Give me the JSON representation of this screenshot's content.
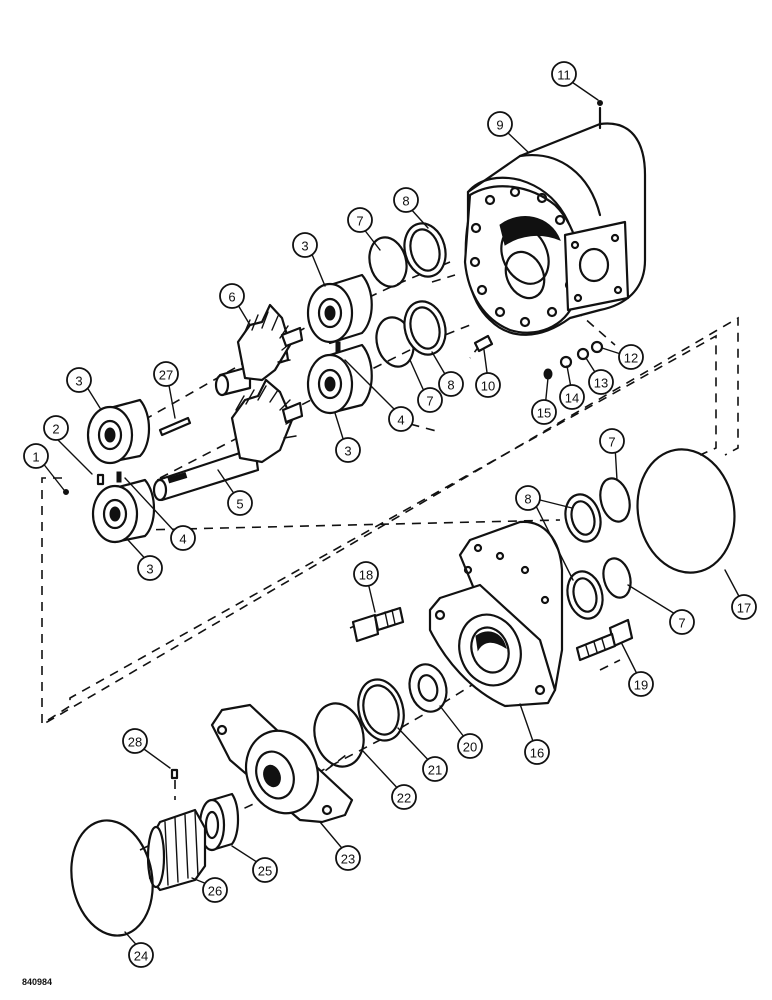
{
  "figure_number": "840984",
  "callouts": [
    {
      "id": "c1",
      "label": "1"
    },
    {
      "id": "c2",
      "label": "2"
    },
    {
      "id": "c3a",
      "label": "3"
    },
    {
      "id": "c3b",
      "label": "3"
    },
    {
      "id": "c3c",
      "label": "3"
    },
    {
      "id": "c3d",
      "label": "3"
    },
    {
      "id": "c4a",
      "label": "4"
    },
    {
      "id": "c4b",
      "label": "4"
    },
    {
      "id": "c5",
      "label": "5"
    },
    {
      "id": "c6",
      "label": "6"
    },
    {
      "id": "c7a",
      "label": "7"
    },
    {
      "id": "c7b",
      "label": "7"
    },
    {
      "id": "c7c",
      "label": "7"
    },
    {
      "id": "c7d",
      "label": "7"
    },
    {
      "id": "c8a",
      "label": "8"
    },
    {
      "id": "c8b",
      "label": "8"
    },
    {
      "id": "c8c",
      "label": "8"
    },
    {
      "id": "c9",
      "label": "9"
    },
    {
      "id": "c10",
      "label": "10"
    },
    {
      "id": "c11",
      "label": "11"
    },
    {
      "id": "c12",
      "label": "12"
    },
    {
      "id": "c13",
      "label": "13"
    },
    {
      "id": "c14",
      "label": "14"
    },
    {
      "id": "c15",
      "label": "15"
    },
    {
      "id": "c16",
      "label": "16"
    },
    {
      "id": "c17",
      "label": "17"
    },
    {
      "id": "c18",
      "label": "18"
    },
    {
      "id": "c19",
      "label": "19"
    },
    {
      "id": "c20",
      "label": "20"
    },
    {
      "id": "c21",
      "label": "21"
    },
    {
      "id": "c22",
      "label": "22"
    },
    {
      "id": "c23",
      "label": "23"
    },
    {
      "id": "c24",
      "label": "24"
    },
    {
      "id": "c25",
      "label": "25"
    },
    {
      "id": "c26",
      "label": "26"
    },
    {
      "id": "c27",
      "label": "27"
    },
    {
      "id": "c28",
      "label": "28"
    }
  ]
}
